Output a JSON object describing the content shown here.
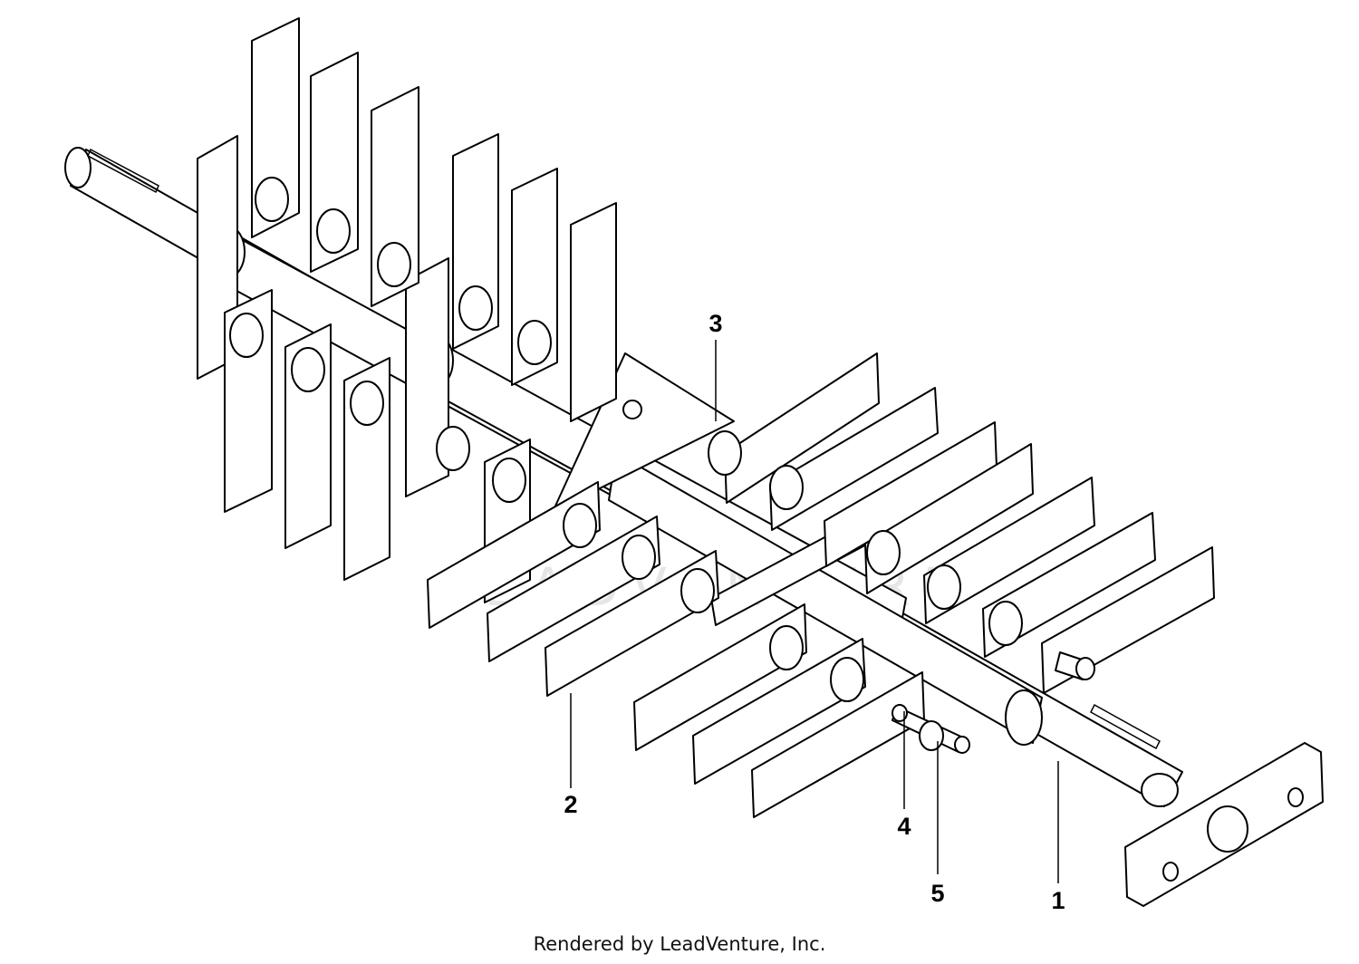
{
  "callouts": [
    {
      "label": "1"
    },
    {
      "label": "2"
    },
    {
      "label": "3"
    },
    {
      "label": "4"
    },
    {
      "label": "5"
    }
  ],
  "watermark": "LEADVENTURE",
  "credit": "Rendered by LeadVenture, Inc.",
  "colors": {
    "line": "#000000",
    "fill": "#ffffff",
    "watermark": "#e6e6e6"
  }
}
